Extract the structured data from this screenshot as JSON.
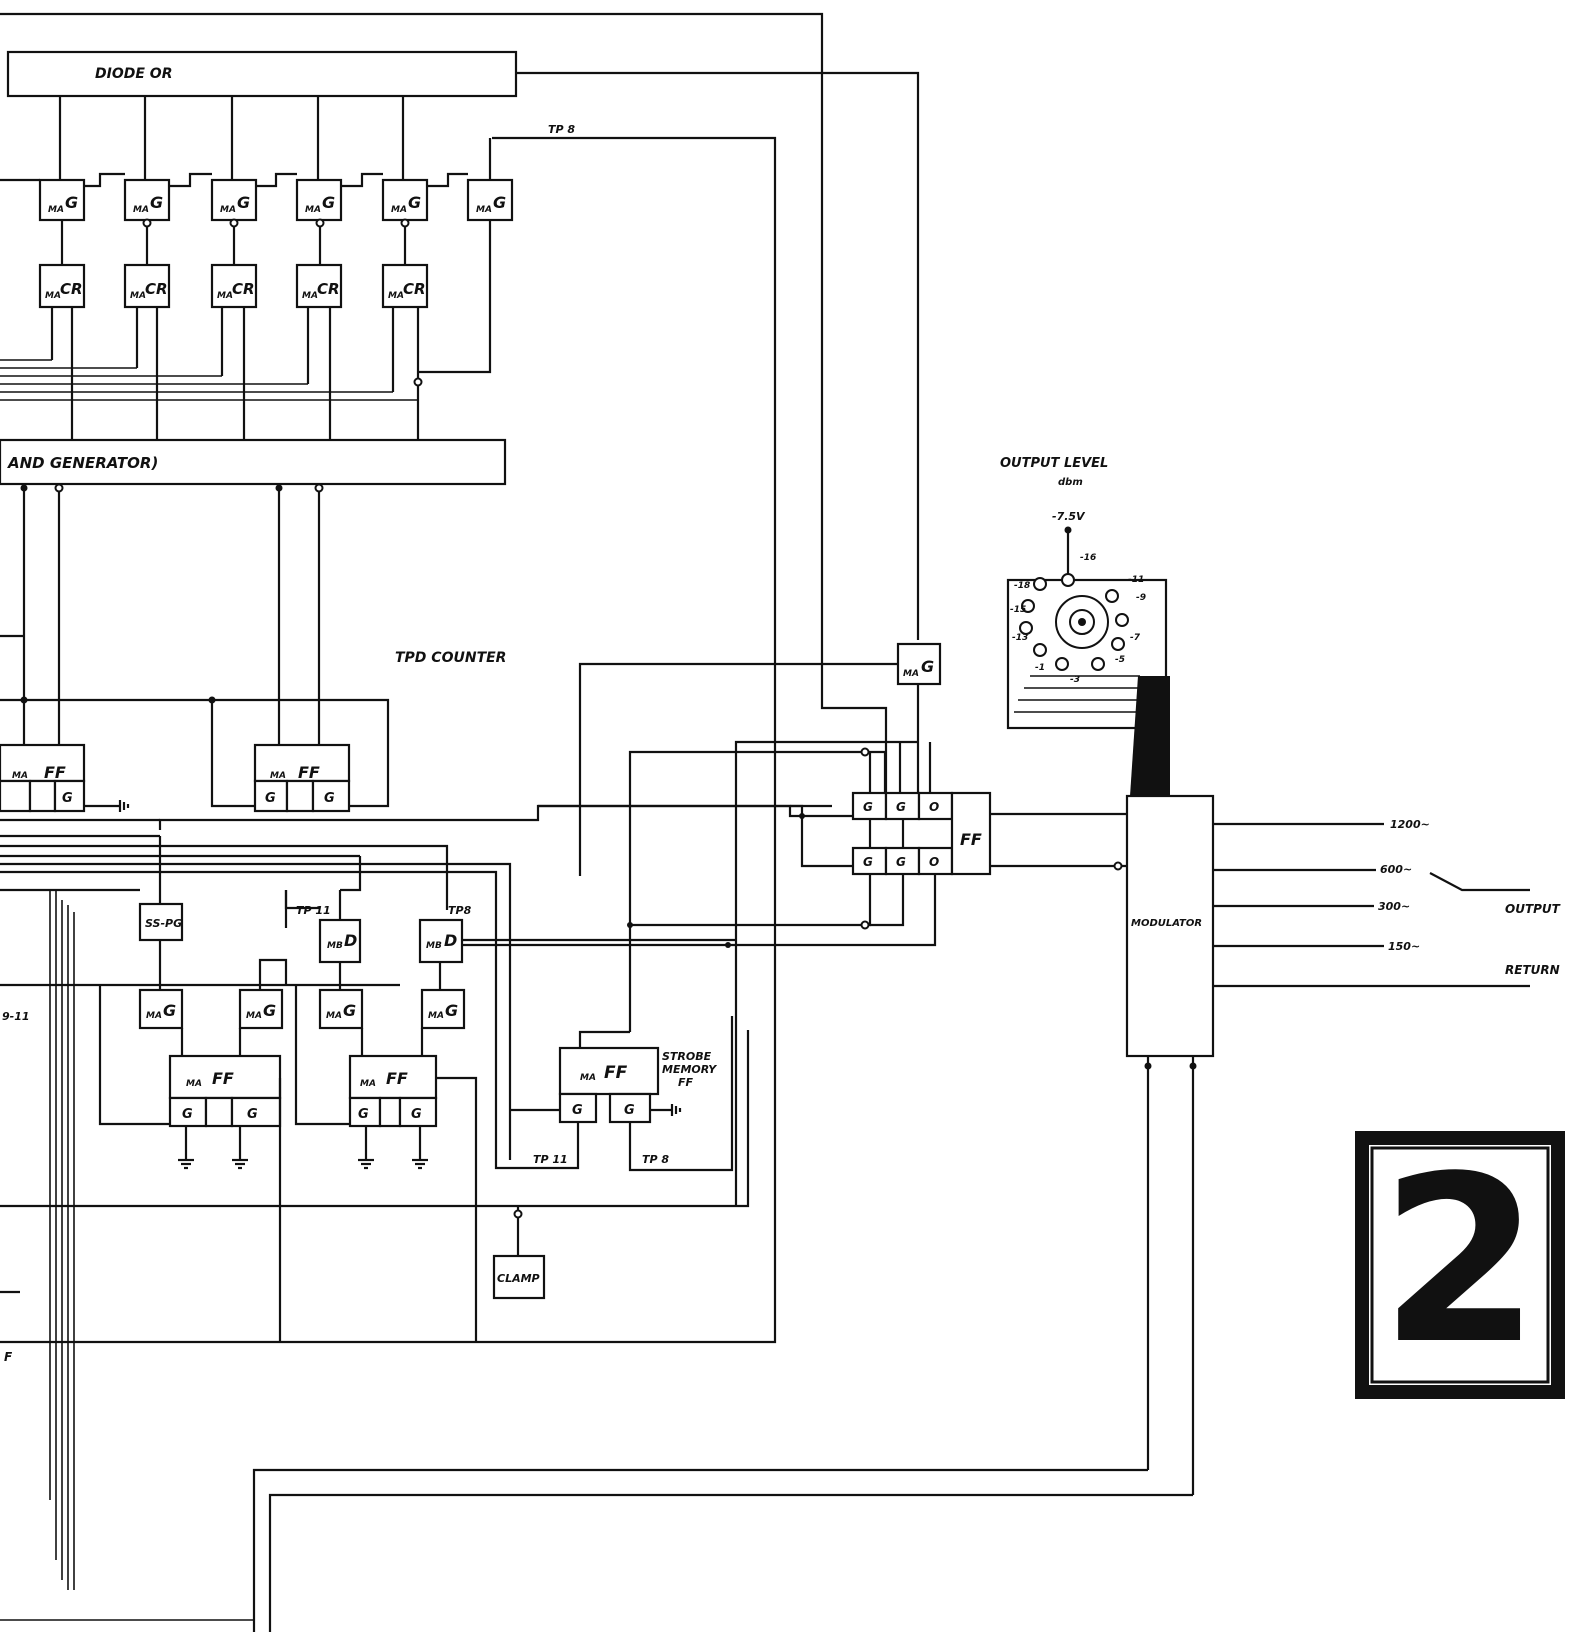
{
  "labels": {
    "diode_or": "DIODE OR",
    "generator": "AND GENERATOR)",
    "tpd_counter": "TPD COUNTER",
    "output_level": "OUTPUT LEVEL",
    "output_level_unit": "dbm",
    "supply": "-7.5V",
    "strobe_memory": "STROBE MEMORY FF",
    "modulator": "MODULATOR",
    "ss_pg": "SS-PG",
    "clamp": "CLAMP",
    "tp_top": "TP 8",
    "tp11_a": "TP 11",
    "tp8_a": "TP8",
    "tp11_b": "TP 11",
    "tp8_b": "TP 8",
    "left_input": "9-11",
    "left_f": "F",
    "page_number": "2"
  },
  "gate_labels": {
    "g": "G",
    "cr": "CR",
    "ff": "FF",
    "d": "D",
    "ma": "MA",
    "mb": "MB",
    "o": "O"
  },
  "outputs": [
    "1200~",
    "600~",
    "300~",
    "150~"
  ],
  "terminals": {
    "output": "OUTPUT",
    "return": "RETURN"
  },
  "switch_positions": [
    "-16",
    "-11",
    "-9",
    "-7",
    "-5",
    "-3",
    "-1",
    "-13",
    "-15",
    "-18"
  ]
}
